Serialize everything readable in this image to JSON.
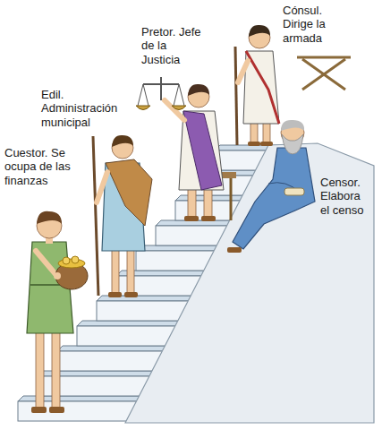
{
  "diagram": {
    "labels": [
      "Cuestor. Se ocupa de las finanzas",
      "Edil. Administración municipal",
      "Pretor. Jefe de la Justicia",
      "Cónsul. Dirige la armada",
      "Censor. Elabora el censo"
    ]
  }
}
